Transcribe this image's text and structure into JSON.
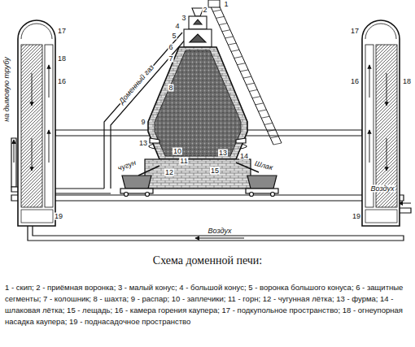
{
  "diagram": {
    "title": "Схема доменной печи:",
    "caption": "1 - скип; 2 - приёмная воронка; 3 - малый конус; 4 - большой конус; 5 - воронка большого конуса; 6 - защитные сегменты; 7 - колошник; 8 - шахта; 9 - распар; 10 - заплечики; 11 - горн; 12 - чугунная лётка; 13 - фурма; 14 - шлаковая лётка; 15 - лещадь; 16 - камера горения каупера; 17 - подкупольное пространство; 18 - огнеупорная насадка каупера; 19 - поднасадочное пространство",
    "labels": [
      "1",
      "2",
      "3",
      "4",
      "5",
      "6",
      "7",
      "8",
      "9",
      "10",
      "11",
      "12",
      "13",
      "14",
      "15",
      "17",
      "18",
      "16",
      "19",
      "17",
      "16",
      "18",
      "19",
      "13",
      "Доменный газ",
      "на дымовую трубу",
      "Воздух",
      "Воздух",
      "чугун",
      "Шлак"
    ]
  }
}
